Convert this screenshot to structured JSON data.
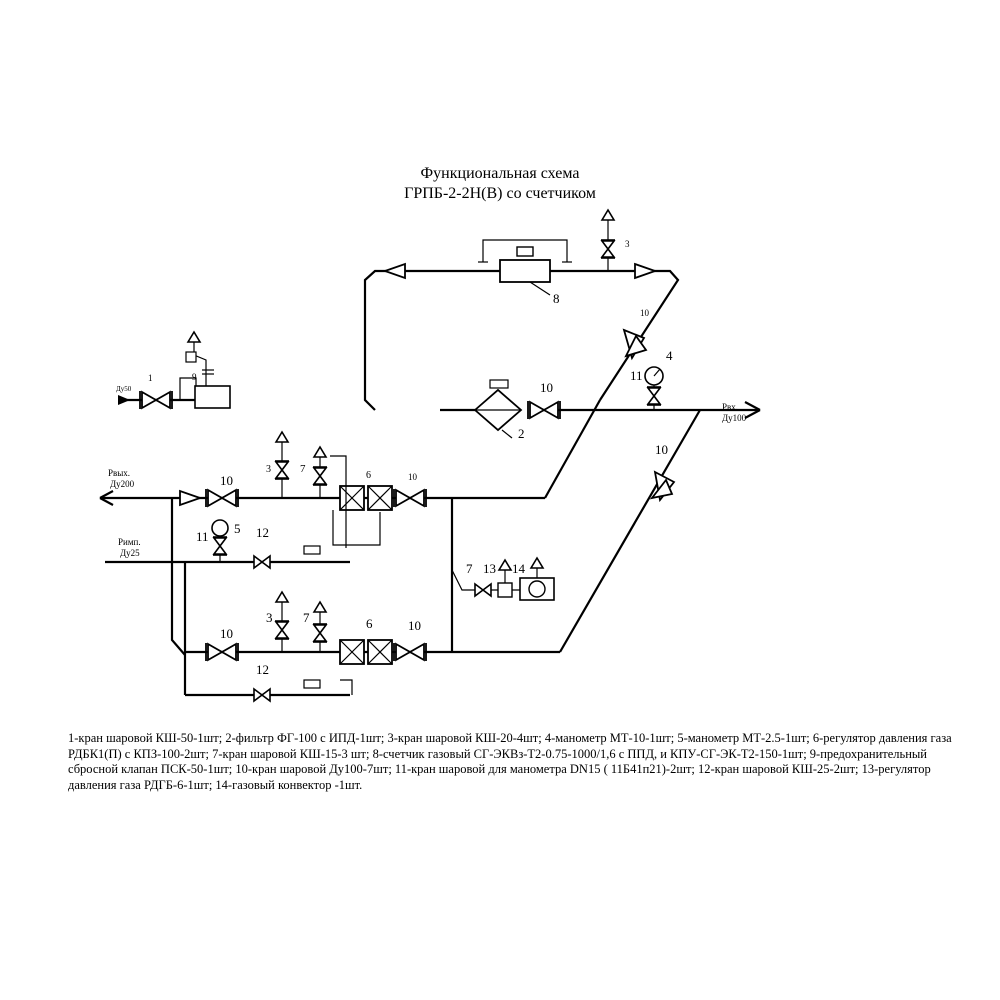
{
  "title": {
    "line1": "Функциональная схема",
    "line2": "ГРПБ-2-2Н(В) со счетчиком"
  },
  "labels": {
    "inlet_main": {
      "name": "Рвх.",
      "size": "Ду100"
    },
    "outlet_main": {
      "name": "Рвых.",
      "size": "Ду200"
    },
    "impulse": {
      "name": "Римп.",
      "size": "Ду25"
    },
    "blowoff": {
      "size": "Ду50"
    }
  },
  "numbers": {
    "n1": "1",
    "n2": "2",
    "n3": "3",
    "n4": "4",
    "n5": "5",
    "n6": "6",
    "n7": "7",
    "n8": "8",
    "n9": "9",
    "n10": "10",
    "n11": "11",
    "n12": "12",
    "n13": "13",
    "n14": "14"
  },
  "legend": "1-кран шаровой КШ-50-1шт; 2-фильтр ФГ-100 с ИПД-1шт; 3-кран шаровой КШ-20-4шт; 4-манометр МТ-10-1шт; 5-манометр МТ-2.5-1шт; 6-регулятор давления газа РДБК1(П) с КПЗ-100-2шт; 7-кран шаровой КШ-15-3 шт; 8-счетчик газовый СГ-ЭКВз-Т2-0.75-1000/1,6 с ППД, и КПУ-СГ-ЭК-Т2-150-1шт; 9-предохранительный сбросной клапан ПСК-50-1шт; 10-кран шаровой Ду100-7шт; 11-кран шаровой для манометра DN15 ( 11Б41п21)-2шт; 12-кран шаровой КШ-25-2шт; 13-регулятор давления газа РДГБ-6-1шт; 14-газовый конвектор -1шт."
}
